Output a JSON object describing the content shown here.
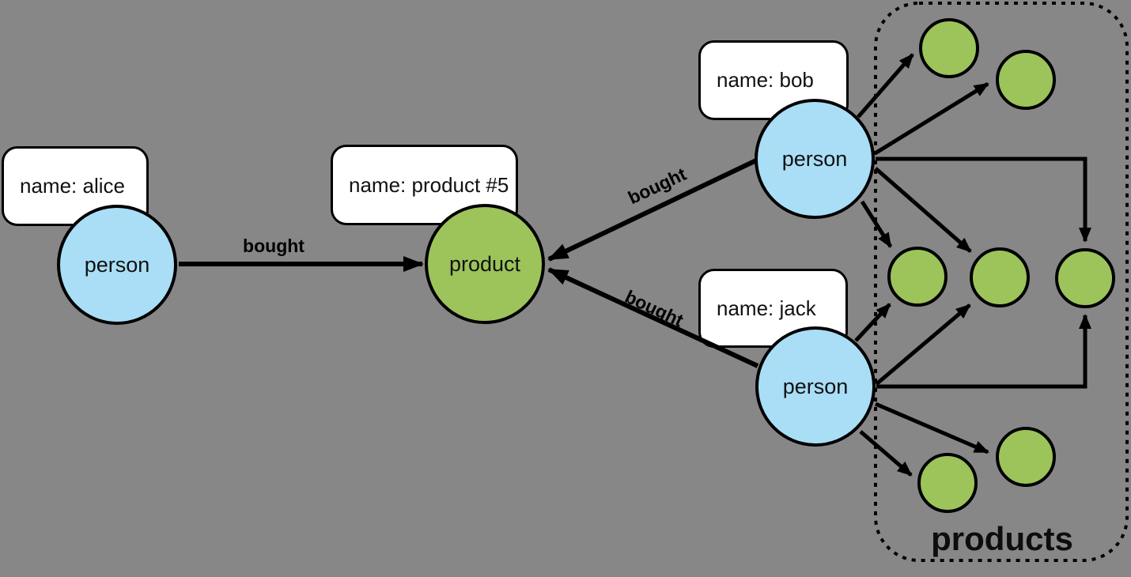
{
  "diagram_type": "graph-data-model",
  "colors": {
    "background": "#878787",
    "person_node_fill": "#a9def6",
    "product_node_fill": "#9cc45a",
    "property_box_fill": "#ffffff",
    "stroke": "#000000"
  },
  "nodes": {
    "alice": {
      "type_label": "person",
      "property": "name: alice"
    },
    "product5": {
      "type_label": "product",
      "property": "name: product #5"
    },
    "bob": {
      "type_label": "person",
      "property": "name: bob"
    },
    "jack": {
      "type_label": "person",
      "property": "name: jack"
    }
  },
  "edges": [
    {
      "from": "alice",
      "to": "product5",
      "label": "bought"
    },
    {
      "from": "bob",
      "to": "product5",
      "label": "bought"
    },
    {
      "from": "jack",
      "to": "product5",
      "label": "bought"
    }
  ],
  "group": {
    "label": "products",
    "unnamed_product_count": 7
  }
}
